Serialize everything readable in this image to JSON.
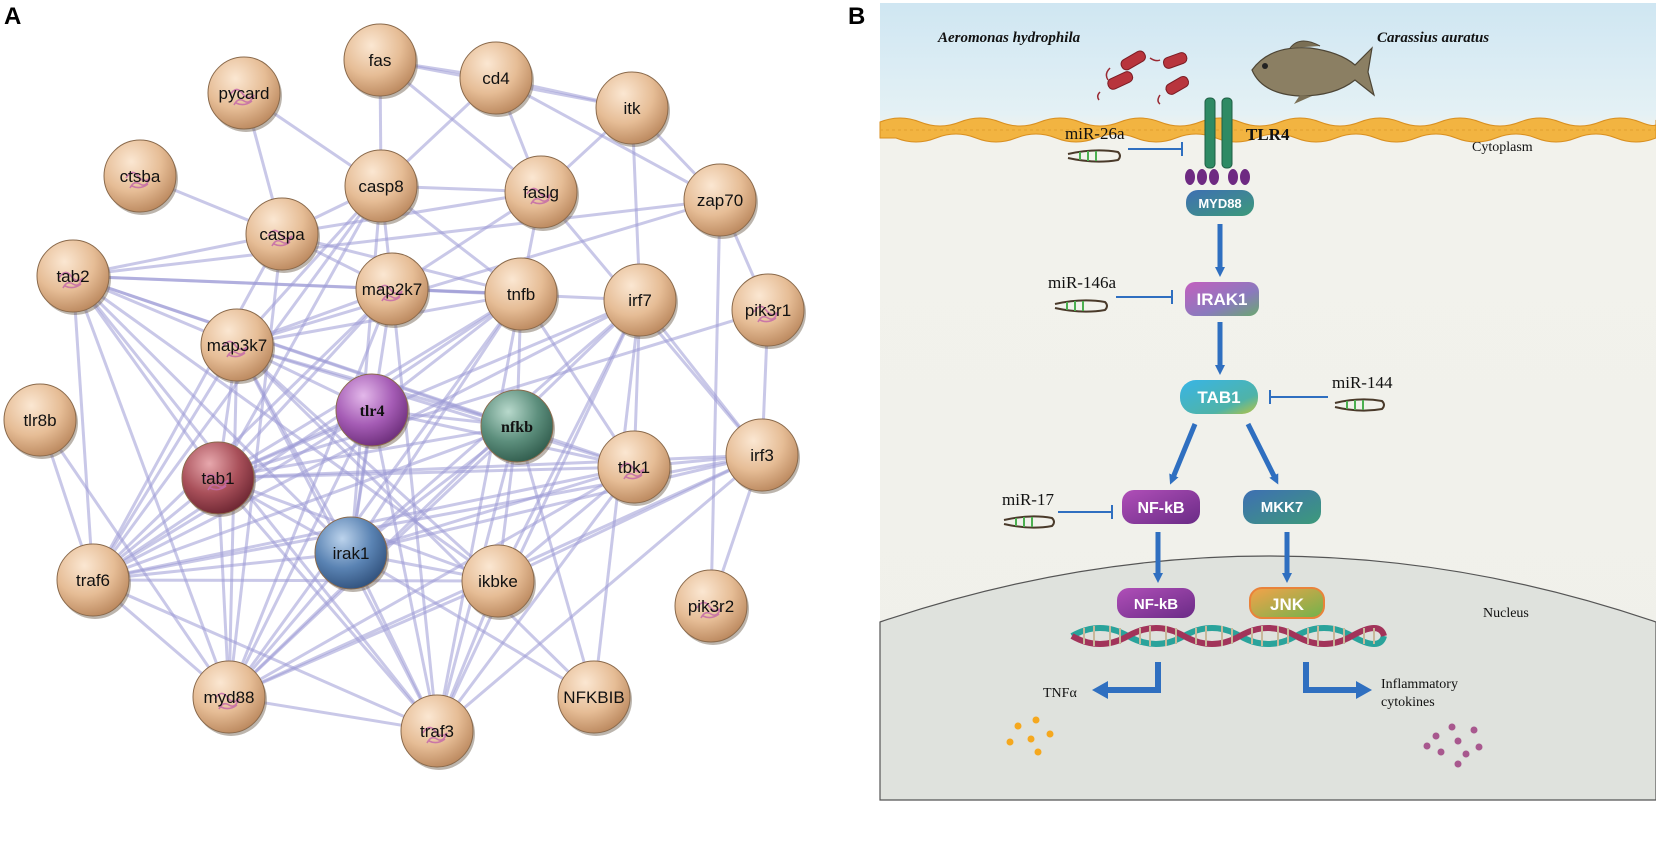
{
  "panel_a": {
    "letter": "A",
    "nodes": [
      {
        "id": "fas",
        "label": "fas",
        "color": "tan",
        "structure": false
      },
      {
        "id": "cd4",
        "label": "cd4",
        "color": "tan",
        "structure": false
      },
      {
        "id": "pycard",
        "label": "pycard",
        "color": "tan",
        "structure": true
      },
      {
        "id": "itk",
        "label": "itk",
        "color": "tan",
        "structure": false
      },
      {
        "id": "ctsba",
        "label": "ctsba",
        "color": "tan",
        "structure": true
      },
      {
        "id": "casp8",
        "label": "casp8",
        "color": "tan",
        "structure": false
      },
      {
        "id": "faslg",
        "label": "faslg",
        "color": "tan",
        "structure": true
      },
      {
        "id": "zap70",
        "label": "zap70",
        "color": "tan",
        "structure": false
      },
      {
        "id": "caspa",
        "label": "caspa",
        "color": "tan",
        "structure": true
      },
      {
        "id": "tab2",
        "label": "tab2",
        "color": "tan",
        "structure": true
      },
      {
        "id": "map2k7",
        "label": "map2k7",
        "color": "tan",
        "structure": true
      },
      {
        "id": "tnfb",
        "label": "tnfb",
        "color": "tan",
        "structure": false
      },
      {
        "id": "irf7",
        "label": "irf7",
        "color": "tan",
        "structure": false
      },
      {
        "id": "pik3r1",
        "label": "pik3r1",
        "color": "tan",
        "structure": true
      },
      {
        "id": "map3k7",
        "label": "map3k7",
        "color": "tan",
        "structure": true
      },
      {
        "id": "tlr8b",
        "label": "tlr8b",
        "color": "tan",
        "structure": false
      },
      {
        "id": "tlr4",
        "label": "tlr4",
        "color": "purple",
        "structure": false,
        "serif": true
      },
      {
        "id": "nfkb",
        "label": "nfkb",
        "color": "green",
        "structure": false,
        "serif": true
      },
      {
        "id": "tbk1",
        "label": "tbk1",
        "color": "tan",
        "structure": true
      },
      {
        "id": "irf3",
        "label": "irf3",
        "color": "tan",
        "structure": false
      },
      {
        "id": "tab1",
        "label": "tab1",
        "color": "maroon",
        "structure": true
      },
      {
        "id": "irak1",
        "label": "irak1",
        "color": "blue",
        "structure": false
      },
      {
        "id": "traf6",
        "label": "traf6",
        "color": "tan",
        "structure": false
      },
      {
        "id": "ikbke",
        "label": "ikbke",
        "color": "tan",
        "structure": false
      },
      {
        "id": "pik3r2",
        "label": "pik3r2",
        "color": "tan",
        "structure": true
      },
      {
        "id": "NFKBIB",
        "label": "NFKBIB",
        "color": "tan",
        "structure": false
      },
      {
        "id": "myd88",
        "label": "myd88",
        "color": "tan",
        "structure": true
      },
      {
        "id": "traf3",
        "label": "traf3",
        "color": "tan",
        "structure": true
      }
    ],
    "edges": [
      [
        "fas",
        "cd4"
      ],
      [
        "fas",
        "casp8"
      ],
      [
        "fas",
        "faslg"
      ],
      [
        "fas",
        "itk"
      ],
      [
        "cd4",
        "itk"
      ],
      [
        "cd4",
        "faslg"
      ],
      [
        "cd4",
        "casp8"
      ],
      [
        "cd4",
        "zap70"
      ],
      [
        "itk",
        "zap70"
      ],
      [
        "itk",
        "faslg"
      ],
      [
        "itk",
        "irf7"
      ],
      [
        "pycard",
        "caspa"
      ],
      [
        "pycard",
        "casp8"
      ],
      [
        "ctsba",
        "caspa"
      ],
      [
        "casp8",
        "caspa"
      ],
      [
        "casp8",
        "faslg"
      ],
      [
        "casp8",
        "map2k7"
      ],
      [
        "casp8",
        "tnfb"
      ],
      [
        "casp8",
        "map3k7"
      ],
      [
        "casp8",
        "traf6"
      ],
      [
        "casp8",
        "tab1"
      ],
      [
        "casp8",
        "irak1"
      ],
      [
        "faslg",
        "tnfb"
      ],
      [
        "faslg",
        "caspa"
      ],
      [
        "faslg",
        "irf3"
      ],
      [
        "faslg",
        "map2k7"
      ],
      [
        "zap70",
        "pik3r1"
      ],
      [
        "zap70",
        "pik3r2"
      ],
      [
        "zap70",
        "tab2"
      ],
      [
        "zap70",
        "map3k7"
      ],
      [
        "caspa",
        "map2k7"
      ],
      [
        "caspa",
        "tnfb"
      ],
      [
        "caspa",
        "myd88"
      ],
      [
        "caspa",
        "traf6"
      ],
      [
        "caspa",
        "tab2"
      ],
      [
        "tab2",
        "map2k7"
      ],
      [
        "tab2",
        "map3k7"
      ],
      [
        "tab2",
        "tnfb"
      ],
      [
        "tab2",
        "tab1"
      ],
      [
        "tab2",
        "irak1"
      ],
      [
        "tab2",
        "traf6"
      ],
      [
        "tab2",
        "myd88"
      ],
      [
        "tab2",
        "traf3"
      ],
      [
        "tab2",
        "nfkb"
      ],
      [
        "tab2",
        "tbk1"
      ],
      [
        "tab2",
        "ikbke"
      ],
      [
        "map2k7",
        "map3k7"
      ],
      [
        "map2k7",
        "tnfb"
      ],
      [
        "map2k7",
        "tab1"
      ],
      [
        "map2k7",
        "traf6"
      ],
      [
        "map2k7",
        "irak1"
      ],
      [
        "map2k7",
        "myd88"
      ],
      [
        "map2k7",
        "traf3"
      ],
      [
        "map2k7",
        "irf7"
      ],
      [
        "tnfb",
        "tlr4"
      ],
      [
        "tnfb",
        "nfkb"
      ],
      [
        "tnfb",
        "myd88"
      ],
      [
        "tnfb",
        "irak1"
      ],
      [
        "tnfb",
        "traf6"
      ],
      [
        "tnfb",
        "tab1"
      ],
      [
        "tnfb",
        "map3k7"
      ],
      [
        "tnfb",
        "tbk1"
      ],
      [
        "tnfb",
        "traf3"
      ],
      [
        "irf7",
        "tbk1"
      ],
      [
        "irf7",
        "ikbke"
      ],
      [
        "irf7",
        "myd88"
      ],
      [
        "irf7",
        "irak1"
      ],
      [
        "irf7",
        "traf3"
      ],
      [
        "irf7",
        "traf6"
      ],
      [
        "irf7",
        "irf3"
      ],
      [
        "irf7",
        "tab1"
      ],
      [
        "irf7",
        "NFKBIB"
      ],
      [
        "pik3r1",
        "tab1"
      ],
      [
        "pik3r1",
        "irf3"
      ],
      [
        "map3k7",
        "tab1"
      ],
      [
        "map3k7",
        "irak1"
      ],
      [
        "map3k7",
        "traf6"
      ],
      [
        "map3k7",
        "myd88"
      ],
      [
        "map3k7",
        "traf3"
      ],
      [
        "map3k7",
        "nfkb"
      ],
      [
        "map3k7",
        "tbk1"
      ],
      [
        "map3k7",
        "ikbke"
      ],
      [
        "map3k7",
        "NFKBIB"
      ],
      [
        "map3k7",
        "tlr4"
      ],
      [
        "tlr8b",
        "traf6"
      ],
      [
        "tlr8b",
        "myd88"
      ],
      [
        "tlr4",
        "myd88"
      ],
      [
        "tlr4",
        "irak1"
      ],
      [
        "tlr4",
        "traf6"
      ],
      [
        "tlr4",
        "tab1"
      ],
      [
        "tlr4",
        "traf3"
      ],
      [
        "tlr4",
        "tbk1"
      ],
      [
        "tlr4",
        "nfkb"
      ],
      [
        "nfkb",
        "traf6"
      ],
      [
        "nfkb",
        "irak1"
      ],
      [
        "nfkb",
        "myd88"
      ],
      [
        "nfkb",
        "traf3"
      ],
      [
        "nfkb",
        "NFKBIB"
      ],
      [
        "nfkb",
        "ikbke"
      ],
      [
        "nfkb",
        "tab1"
      ],
      [
        "tbk1",
        "irf3"
      ],
      [
        "tbk1",
        "traf3"
      ],
      [
        "tbk1",
        "traf6"
      ],
      [
        "tbk1",
        "myd88"
      ],
      [
        "tbk1",
        "ikbke"
      ],
      [
        "tbk1",
        "tab1"
      ],
      [
        "tbk1",
        "irak1"
      ],
      [
        "irf3",
        "traf6"
      ],
      [
        "irf3",
        "traf3"
      ],
      [
        "irf3",
        "myd88"
      ],
      [
        "irf3",
        "irak1"
      ],
      [
        "irf3",
        "pik3r2"
      ],
      [
        "irf3",
        "ikbke"
      ],
      [
        "irf3",
        "tab1"
      ],
      [
        "tab1",
        "traf6"
      ],
      [
        "tab1",
        "myd88"
      ],
      [
        "tab1",
        "irak1"
      ],
      [
        "tab1",
        "traf3"
      ],
      [
        "tab1",
        "ikbke"
      ],
      [
        "irak1",
        "traf6"
      ],
      [
        "irak1",
        "myd88"
      ],
      [
        "irak1",
        "traf3"
      ],
      [
        "irak1",
        "ikbke"
      ],
      [
        "irak1",
        "NFKBIB"
      ],
      [
        "traf6",
        "myd88"
      ],
      [
        "traf6",
        "traf3"
      ],
      [
        "traf6",
        "ikbke"
      ],
      [
        "ikbke",
        "traf3"
      ],
      [
        "ikbke",
        "myd88"
      ],
      [
        "myd88",
        "traf3"
      ]
    ]
  },
  "panel_b": {
    "letter": "B",
    "pathogen": "Aeromonas hydrophila",
    "host": "Carassius auratus",
    "receptor": "TLR4",
    "region_cytoplasm": "Cytoplasm",
    "region_nucleus": "Nucleus",
    "proteins": {
      "myd88": "MYD88",
      "irak1": "IRAK1",
      "tab1": "TAB1",
      "nfkb_cyto": "NF-kB",
      "mkk7": "MKK7",
      "nfkb_nuc": "NF-kB",
      "jnk": "JNK"
    },
    "mirnas": {
      "mir26a": "miR-26a",
      "mir146a": "miR-146a",
      "mir144": "miR-144",
      "mir17": "miR-17"
    },
    "outputs": {
      "left": "TNFα",
      "right_line1": "Inflammatory",
      "right_line2": "cytokines"
    },
    "colors": {
      "arrow": "#2f6fc0",
      "inhibit": "#2f6fc0",
      "tlr4": "#2e8a64",
      "membrane": "#f2b441"
    }
  }
}
